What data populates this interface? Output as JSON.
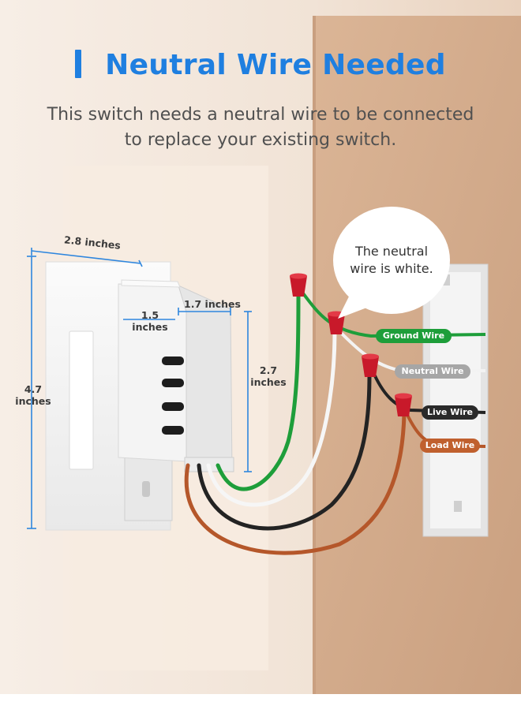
{
  "header": {
    "title": "Neutral Wire Needed",
    "subtitle_line1": "This switch needs a neutral wire to be connected",
    "subtitle_line2": "to replace your existing switch."
  },
  "dimensions": {
    "plate_width": "2.8 inches",
    "plate_height_value": "4.7",
    "plate_height_unit": "inches",
    "body_depth_value": "1.5",
    "body_depth_unit": "inches",
    "body_width": "1.7 inches",
    "body_height_value": "2.7",
    "body_height_unit": "inches"
  },
  "callout": {
    "line1": "The neutral",
    "line2": "wire is white."
  },
  "wire_labels": {
    "ground": "Ground Wire",
    "neutral": "Neutral Wire",
    "live": "Live Wire",
    "load": "Load Wire"
  },
  "colors": {
    "accent": "#1f7fe0",
    "ground": "#1e9e3a",
    "neutral": "#a6a6a6",
    "live": "#2a2a2a",
    "load": "#c0602e",
    "connector": "#c8192a"
  }
}
